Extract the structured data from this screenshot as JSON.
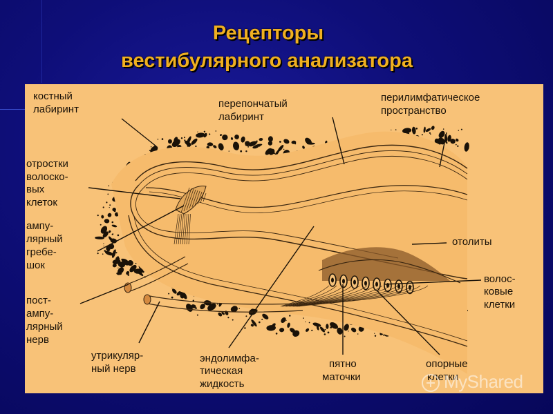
{
  "slide": {
    "title_line1": "Рецепторы",
    "title_line2": "вестибулярного анализатора"
  },
  "labels": {
    "bony_labyrinth": [
      "костный",
      "лабиринт"
    ],
    "membranous_labyrinth": [
      "перепончатый",
      "лабиринт"
    ],
    "perilymphatic_space": [
      "перилимфатическое",
      "пространство"
    ],
    "hair_processes": [
      "отростки",
      "волоско-",
      "вых",
      "клеток"
    ],
    "ampullary_crest": [
      "ампу-",
      "лярный",
      "гребе-",
      "шок"
    ],
    "otoliths": [
      "отолиты"
    ],
    "hair_cells": [
      "волос-",
      "ковые",
      "клетки"
    ],
    "post_ampullary_nerve": [
      "пост-",
      "ампу-",
      "лярный",
      "нерв"
    ],
    "utricular_nerve": [
      "утрикуляр-",
      "ный нерв"
    ],
    "endolymph": [
      "эндолимфа-",
      "тическая",
      "жидкость"
    ],
    "macula": [
      "пятно",
      "маточки"
    ],
    "supporting_cells": [
      "опорные",
      "клетки"
    ]
  },
  "watermark": {
    "text": "MyShared"
  },
  "colors": {
    "title": "#f0b020",
    "panel": "#f8c278",
    "ink": "#1a1208"
  }
}
